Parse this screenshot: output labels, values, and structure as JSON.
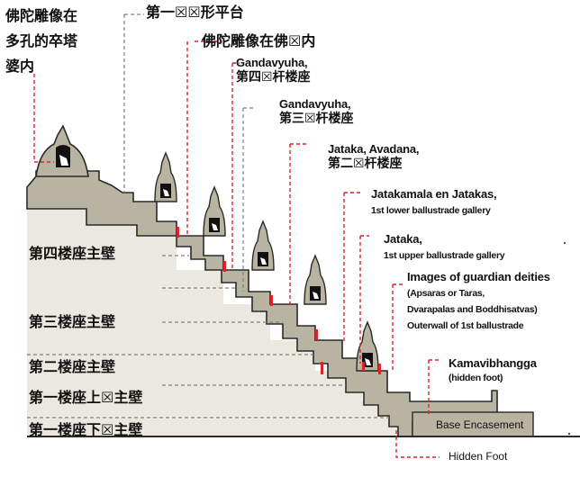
{
  "colors": {
    "stone_dark": "#b9b3a1",
    "stone_light": "#ebe8df",
    "outline": "#2a2a2a",
    "leader_red": "#e0202a",
    "leader_gray": "#808080"
  },
  "top_left": {
    "line1": "佛陀雕像在",
    "line2": "多孔的卒塔",
    "line3": "婆内"
  },
  "labels": {
    "first_platform": "第一☒☒形平台",
    "buddha_statue": "佛陀雕像在佛☒内",
    "gandavyuha_4_en": "Gandavyuha,",
    "gandavyuha_4_cn": "第四☒杆楼座",
    "gandavyuha_3_en": "Gandavyuha,",
    "gandavyuha_3_cn": "第三☒杆楼座",
    "jataka_avadana_en": "Jataka, Avadana,",
    "jataka_avadana_cn": "第二☒杆楼座",
    "jatakamala_en": "Jatakamala en Jatakas,",
    "jatakamala_sub": "1st lower ballustrade gallery",
    "jataka_en": "Jataka,",
    "jataka_sub": "1st upper ballustrade gallery",
    "guardian_1": "Images of guardian deities",
    "guardian_2": "(Apsaras or Taras,",
    "guardian_3": "Dvarapalas and Boddhisatvas)",
    "guardian_4": "Outerwall of 1st ballustrade",
    "kamavibhangga": "Kamavibhangga",
    "hidden_foot_paren": "(hidden foot)",
    "base_encasement": "Base Encasement",
    "hidden_foot": "Hidden Foot"
  },
  "walls": {
    "fourth": "第四楼座主壁",
    "third": "第三楼座主壁",
    "second": "第二楼座主壁",
    "first_upper": "第一楼座上☒主壁",
    "first_lower": "第一楼座下☒主壁"
  }
}
